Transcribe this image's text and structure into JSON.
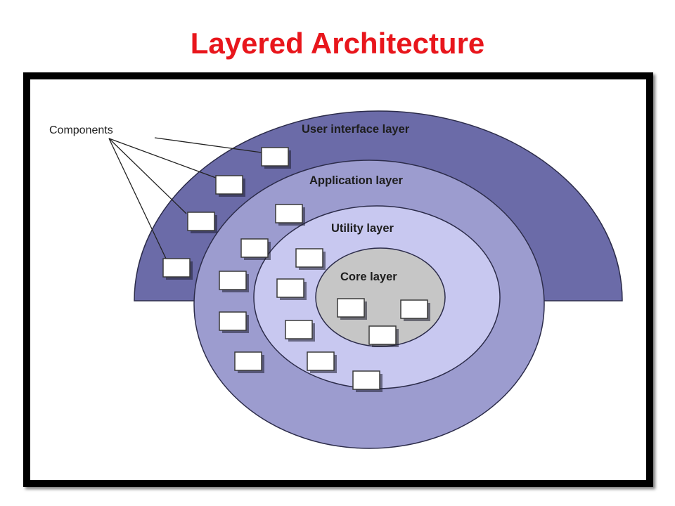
{
  "title": "Layered Architecture",
  "diagram": {
    "callout_label": "Components",
    "layers": [
      {
        "label": "User interface layer",
        "color": "#6b6ba8"
      },
      {
        "label": "Application layer",
        "color": "#9c9ccf"
      },
      {
        "label": "Utility layer",
        "color": "#c8c8f0"
      },
      {
        "label": "Core layer",
        "color": "#c6c6c6"
      }
    ],
    "colors": {
      "title": "#e8161c",
      "frame": "#000000",
      "component_fill": "#ffffff"
    }
  }
}
